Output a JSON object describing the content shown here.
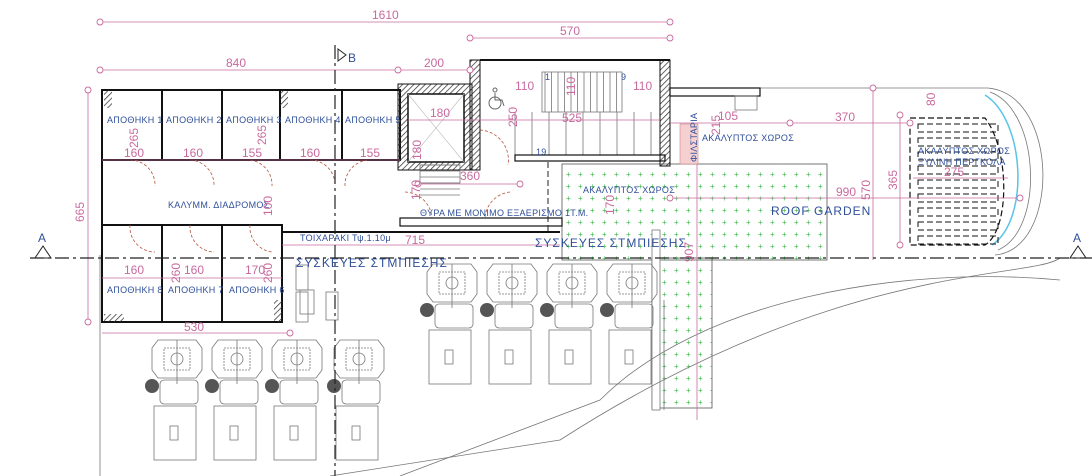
{
  "colors": {
    "dimension": "#c86a9e",
    "label": "#2f4f9a",
    "garden": "#39b54a",
    "door": "#b5533a",
    "glass": "#59c3e8"
  },
  "section_markers": {
    "a_left": "A",
    "a_right": "A",
    "b": "B"
  },
  "dimensions": {
    "overall_width": "1610",
    "stair_width": "570",
    "storage_width": "840",
    "lobby_width": "200",
    "storage_height": "665",
    "room1_depth": "265",
    "room3_depth": "265",
    "room1_w": "160",
    "room2_w": "160",
    "room3_w": "155",
    "room4_w": "160",
    "room5_w": "155",
    "corridor_w": "100",
    "room8_w": "160",
    "room7_w": "160",
    "room6_w": "170",
    "room7_depth": "260",
    "room6_depth": "260",
    "bottom_width": "530",
    "elevator_w": "180",
    "elevator_d": "180",
    "landing_1": "110",
    "landing_2": "110",
    "landing_3": "110",
    "stair_depth": "250",
    "stair_run": "525",
    "lobby_w": "360",
    "lobby_d": "170",
    "wall_run": "715",
    "open_d": "170",
    "garden_d": "907",
    "filter_a": "215",
    "filter_b": "105",
    "terrace_a": "370",
    "terrace_w": "990",
    "terrace_d": "570",
    "pergola_d": "365",
    "pergola_off": "80",
    "pergola_w": "275"
  },
  "stair_numbers": {
    "first": "1",
    "mid": "9",
    "last": "19"
  },
  "rooms": {
    "top": [
      "ΑΠΟΘΗΚΗ 1",
      "ΑΠΟΘΗΚΗ 2",
      "ΑΠΟΘΗΚΗ 3",
      "ΑΠΟΘΗΚΗ 4",
      "ΑΠΟΘΗΚΗ 5"
    ],
    "bottom": [
      "ΑΠΟΘΗΚΗ 8",
      "ΑΠΟΘΗΚΗ 7",
      "ΑΠΟΘΗΚΗ 6"
    ]
  },
  "labels": {
    "corridor": "ΚΑΛΥΜΜ. ΔΙΑΔΡΟΜΟΣ",
    "low_wall": "ΤΟΙΧΑΡΑΚΙ Τψ.1.10μ",
    "equipment_1": "ΣΥΣΚΕΥΕΣ ΣΤΜΠΙΕΣΗΣ",
    "equipment_2": "ΣΥΣΚΕΥΕΣ ΣΤΜΠΙΕΣΗΣ",
    "door_note": "ΘΥΡΑ ΜΕ ΜΟΝΙΜΟ ΕΞΑΕΡΙΣΜΟ 1Τ.Μ.",
    "open_space_1": "ΑΚΑΛΥΠΤΟΣ ΧΩΡΟΣ",
    "open_space_2": "ΑΚΑΛΥΠΤΟΣ ΧΩΡΟΣ",
    "open_space_3": "ΑΚΑΛΥΠΤΟΣ ΧΩΡΟΣ",
    "pergola": "ΞΥΛΙΝΗ ΠΕΡΓΚΟΛΑ",
    "filter": "ΦΙΛΣΤΑΡΙΑ",
    "roof_garden": "ROOF GARDEN"
  },
  "icons": {
    "accessibility": "wheelchair-icon"
  }
}
